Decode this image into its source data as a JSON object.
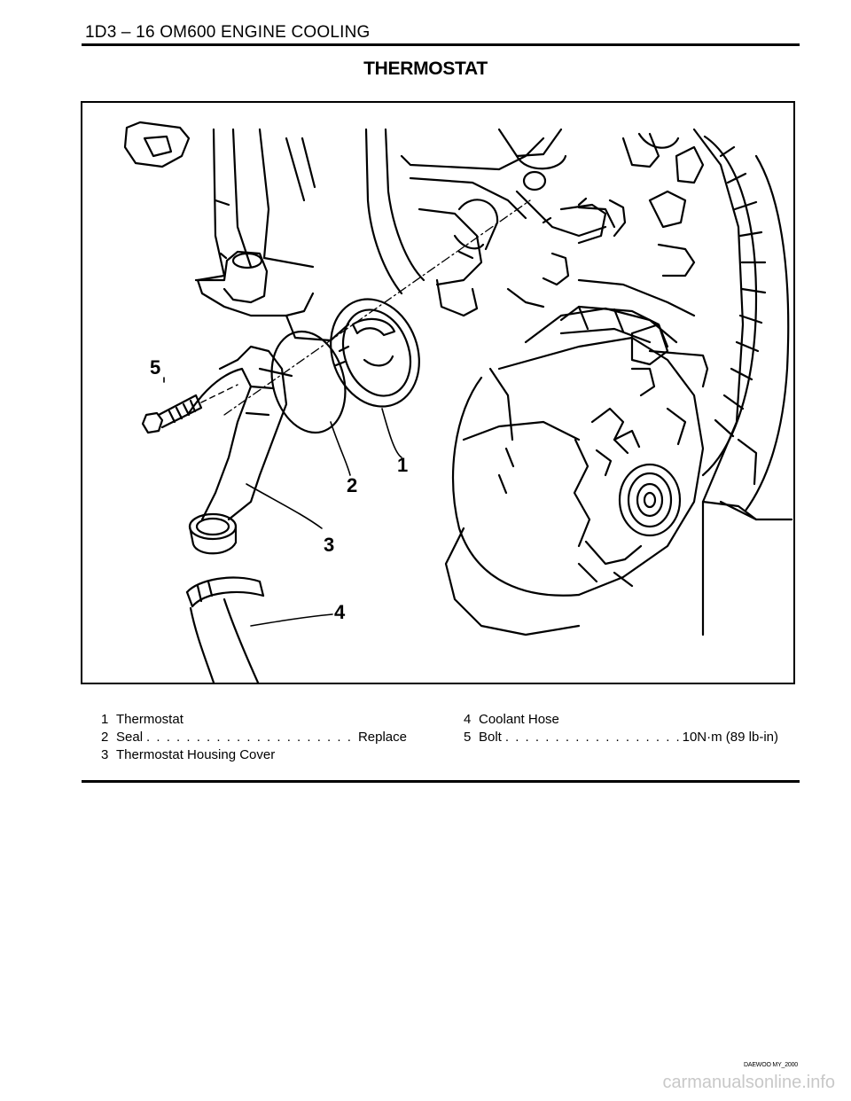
{
  "header": {
    "title": "1D3 – 16 OM600 ENGINE COOLING"
  },
  "section": {
    "title": "THERMOSTAT"
  },
  "callouts": [
    "1",
    "2",
    "3",
    "4",
    "5"
  ],
  "legend": {
    "left": [
      {
        "num": "1",
        "label": "Thermostat",
        "spec": ""
      },
      {
        "num": "2",
        "label": "Seal",
        "spec": "Replace"
      },
      {
        "num": "3",
        "label": "Thermostat Housing Cover",
        "spec": ""
      }
    ],
    "right": [
      {
        "num": "4",
        "label": "Coolant Hose",
        "spec": ""
      },
      {
        "num": "5",
        "label": "Bolt",
        "spec": "10N·m (89 lb-in)"
      }
    ]
  },
  "footer": {
    "text": "DAEWOO MY_2000"
  },
  "watermark": {
    "text": "carmanualsonline.info"
  }
}
